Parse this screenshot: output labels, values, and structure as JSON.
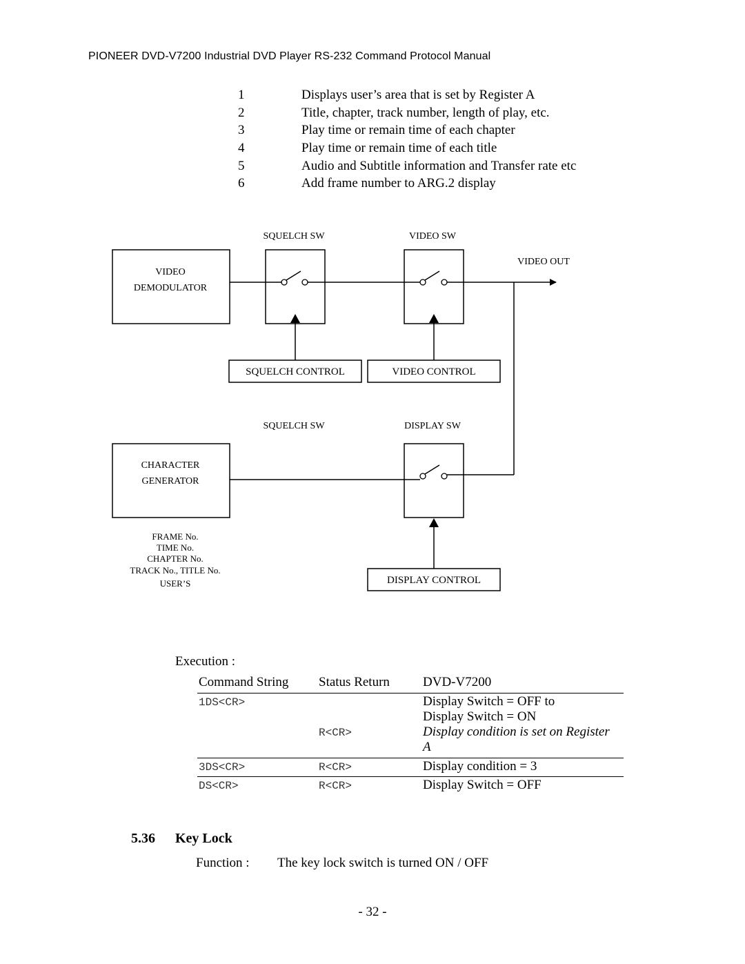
{
  "header": {
    "title": "PIONEER DVD-V7200 Industrial DVD Player RS-232 Command Protocol Manual"
  },
  "numbered_list": [
    {
      "num": "1",
      "text": "Displays user’s area that is set by Register A"
    },
    {
      "num": "2",
      "text": "Title, chapter, track number, length of play, etc."
    },
    {
      "num": "3",
      "text": "Play time or remain time of each chapter"
    },
    {
      "num": "4",
      "text": "Play time or remain time of each title"
    },
    {
      "num": "5",
      "text": "Audio and Subtitle information and Transfer rate etc"
    },
    {
      "num": "6",
      "text": "Add frame number to ARG.2 display"
    }
  ],
  "diagram": {
    "squelch_sw_top": "SQUELCH SW",
    "video_sw": "VIDEO SW",
    "video_out": "VIDEO OUT",
    "video_demodulator_line1": "VIDEO",
    "video_demodulator_line2": "DEMODULATOR",
    "squelch_control": "SQUELCH CONTROL",
    "video_control": "VIDEO CONTROL",
    "squelch_sw_bottom": "SQUELCH SW",
    "display_sw": "DISPLAY SW",
    "character_generator_line1": "CHARACTER",
    "character_generator_line2": "GENERATOR",
    "cg_items": [
      "FRAME No.",
      "TIME No.",
      "CHAPTER No.",
      "TRACK No., TITLE No.",
      "USER’S"
    ],
    "display_control": "DISPLAY CONTROL"
  },
  "execution": {
    "label": "Execution :",
    "columns": [
      "Command String",
      "Status Return",
      "DVD-V7200"
    ],
    "rows": [
      {
        "command": "1DS<CR>",
        "status": "R<CR>",
        "desc_line1": "Display Switch = OFF to",
        "desc_line2": "Display Switch = ON",
        "desc_line3": "Display condition is set on Register",
        "desc_line4": "A"
      },
      {
        "command": "3DS<CR>",
        "status": "R<CR>",
        "desc": "Display condition = 3"
      },
      {
        "command": "DS<CR>",
        "status": "R<CR>",
        "desc": "Display Switch = OFF"
      }
    ]
  },
  "section": {
    "number": "5.36",
    "title": "Key Lock",
    "function_label": "Function :",
    "function_text": "The key lock switch is turned ON / OFF"
  },
  "page_number": "- 32 -"
}
